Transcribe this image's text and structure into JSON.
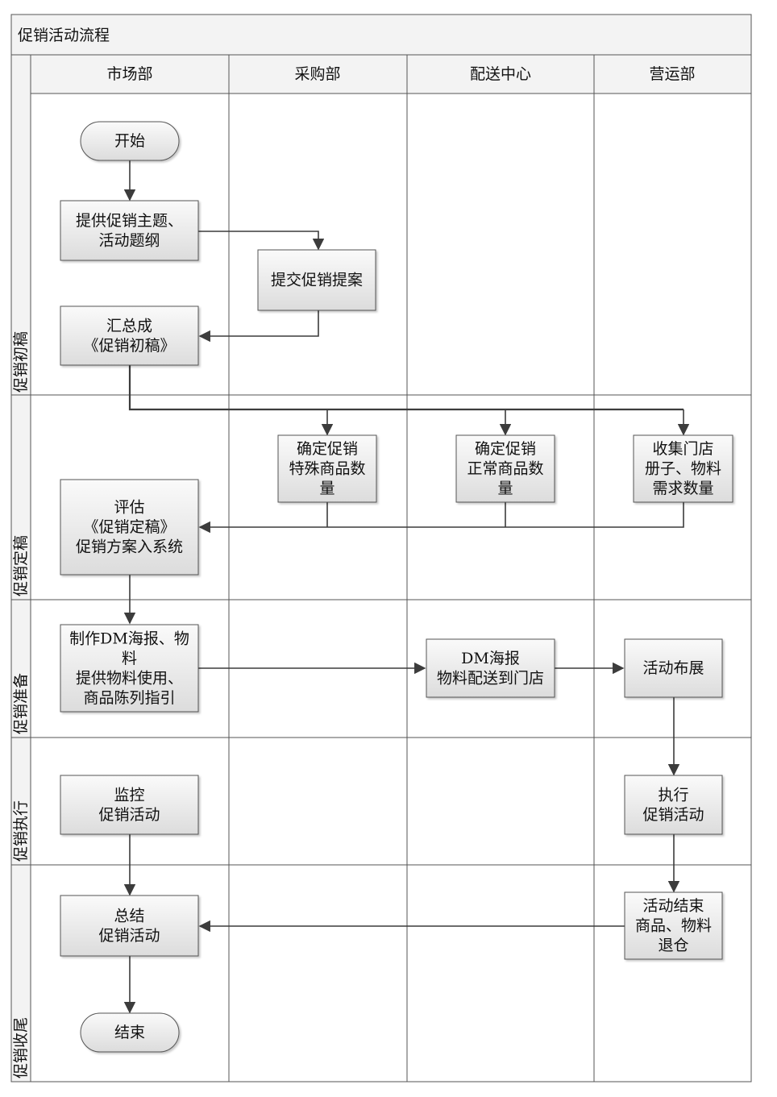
{
  "title": "促销活动流程",
  "columns": [
    "市场部",
    "采购部",
    "配送中心",
    "营运部"
  ],
  "phases": [
    "促销初稿",
    "促销定稿",
    "促销准备",
    "促销执行",
    "促销收尾"
  ],
  "nodes": {
    "start": {
      "shape": "terminal",
      "lines": [
        "开始"
      ]
    },
    "provide": {
      "shape": "process",
      "lines": [
        "提供促销主题、",
        "活动题纲"
      ]
    },
    "submit": {
      "shape": "process",
      "lines": [
        "提交促销提案"
      ]
    },
    "summarize": {
      "shape": "process",
      "lines": [
        "汇总成",
        "《促销初稿》"
      ]
    },
    "special": {
      "shape": "process",
      "lines": [
        "确定促销",
        "特殊商品数",
        "量"
      ]
    },
    "normal": {
      "shape": "process",
      "lines": [
        "确定促销",
        "正常商品数",
        "量"
      ]
    },
    "collect": {
      "shape": "process",
      "lines": [
        "收集门店",
        "册子、物料",
        "需求数量"
      ]
    },
    "evaluate": {
      "shape": "process",
      "lines": [
        "评估",
        "《促销定稿》",
        "促销方案入系统"
      ]
    },
    "make_dm": {
      "shape": "process",
      "lines": [
        "制作DM海报、物",
        "料",
        "提供物料使用、",
        "商品陈列指引"
      ]
    },
    "deliver": {
      "shape": "process",
      "lines": [
        "DM海报",
        "物料配送到门店"
      ]
    },
    "display": {
      "shape": "process",
      "lines": [
        "活动布展"
      ]
    },
    "monitor": {
      "shape": "process",
      "lines": [
        "监控",
        "促销活动"
      ]
    },
    "execute": {
      "shape": "process",
      "lines": [
        "执行",
        "促销活动"
      ]
    },
    "conclude": {
      "shape": "process",
      "lines": [
        "总结",
        "促销活动"
      ]
    },
    "end_return": {
      "shape": "process",
      "lines": [
        "活动结束",
        "商品、物料",
        "退仓"
      ]
    },
    "end": {
      "shape": "terminal",
      "lines": [
        "结束"
      ]
    }
  },
  "edges": [
    [
      "start",
      "provide"
    ],
    [
      "provide",
      "submit"
    ],
    [
      "submit",
      "summarize"
    ],
    [
      "summarize",
      "special"
    ],
    [
      "summarize",
      "normal"
    ],
    [
      "summarize",
      "collect"
    ],
    [
      "special",
      "evaluate"
    ],
    [
      "normal",
      "evaluate"
    ],
    [
      "collect",
      "evaluate"
    ],
    [
      "evaluate",
      "make_dm"
    ],
    [
      "make_dm",
      "deliver"
    ],
    [
      "deliver",
      "display"
    ],
    [
      "display",
      "execute"
    ],
    [
      "execute",
      "end_return"
    ],
    [
      "end_return",
      "conclude"
    ],
    [
      "monitor",
      "conclude"
    ],
    [
      "conclude",
      "end"
    ]
  ],
  "colors": {
    "line": "#3c3c3c",
    "header_fill": "#f3f3f3",
    "box_fill_top": "#fafafa",
    "box_fill_bottom": "#dedede",
    "box_stroke": "#555555"
  }
}
